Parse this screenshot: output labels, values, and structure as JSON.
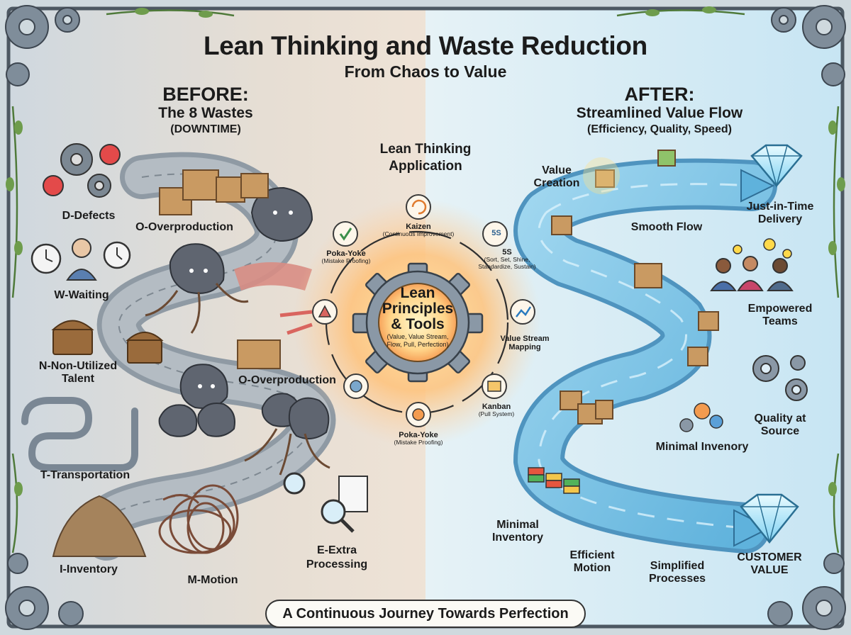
{
  "title": "Lean Thinking and Waste Reduction",
  "subtitle": "From Chaos to Value",
  "before": {
    "heading": "BEFORE:",
    "subheading": "The 8 Wastes",
    "acronym": "(DOWNTIME)",
    "wastes": {
      "defects": "D-Defects",
      "overproduction_top": "O-Overproduction",
      "waiting": "W-Waiting",
      "non_utilized_talent_1": "N-Non-Utilized",
      "non_utilized_talent_2": "Talent",
      "overproduction_mid": "O-Overproduction",
      "transportation": "T-Transportation",
      "inventory": "I-Inventory",
      "motion": "M-Motion",
      "extra_processing_1": "E-Extra",
      "extra_processing_2": "Processing"
    }
  },
  "center": {
    "heading_1": "Lean Thinking",
    "heading_2": "Application",
    "gear_title_1": "Lean",
    "gear_title_2": "Principles",
    "gear_title_3": "& Tools",
    "gear_detail_1": "(Value, Value Stream,",
    "gear_detail_2": "Flow, Pull, Perfection)",
    "tools": {
      "kaizen": "Kaizen",
      "kaizen_sub": "(Continuous Improvement)",
      "five_s": "5S",
      "five_s_sub_1": "(Sort, Set, Shine,",
      "five_s_sub_2": "Standardize, Sustain)",
      "vsm_1": "Value Stream",
      "vsm_2": "Mapping",
      "kanban": "Kanban",
      "kanban_sub": "(Pull System)",
      "pokayoke_bottom": "Poka-Yoke",
      "pokayoke_bottom_sub": "(Mistake Proofing)",
      "pokayoke_top": "Poka-Yoke",
      "pokayoke_top_sub": "(Mistake Proofing)",
      "five_s_icon_text": "5S"
    }
  },
  "after": {
    "heading": "AFTER:",
    "subheading": "Streamlined Value Flow",
    "detail": "(Efficiency, Quality, Speed)",
    "items": {
      "value_creation_1": "Value",
      "value_creation_2": "Creation",
      "smooth_flow": "Smooth Flow",
      "jit_1": "Just-in-Time",
      "jit_2": "Delivery",
      "teams_1": "Empowered",
      "teams_2": "Teams",
      "quality_1": "Quality at",
      "quality_2": "Source",
      "minimal_invenory": "Minimal Invenory",
      "minimal_inventory_1": "Minimal",
      "minimal_inventory_2": "Inventory",
      "efficient_motion_1": "Efficient",
      "efficient_motion_2": "Motion",
      "simplified_1": "Simplified",
      "simplified_2": "Processes",
      "customer_value_1": "CUSTOMER",
      "customer_value_2": "VALUE"
    }
  },
  "footer": "A Continuous Journey Towards Perfection",
  "colors": {
    "before_bg": "#d9dfe4",
    "after_bg": "#d4ecf6",
    "gear": "#8a98a6",
    "rock": "#5f6570",
    "river": "#7fc3e4",
    "gear_glow": "#ffb347"
  }
}
